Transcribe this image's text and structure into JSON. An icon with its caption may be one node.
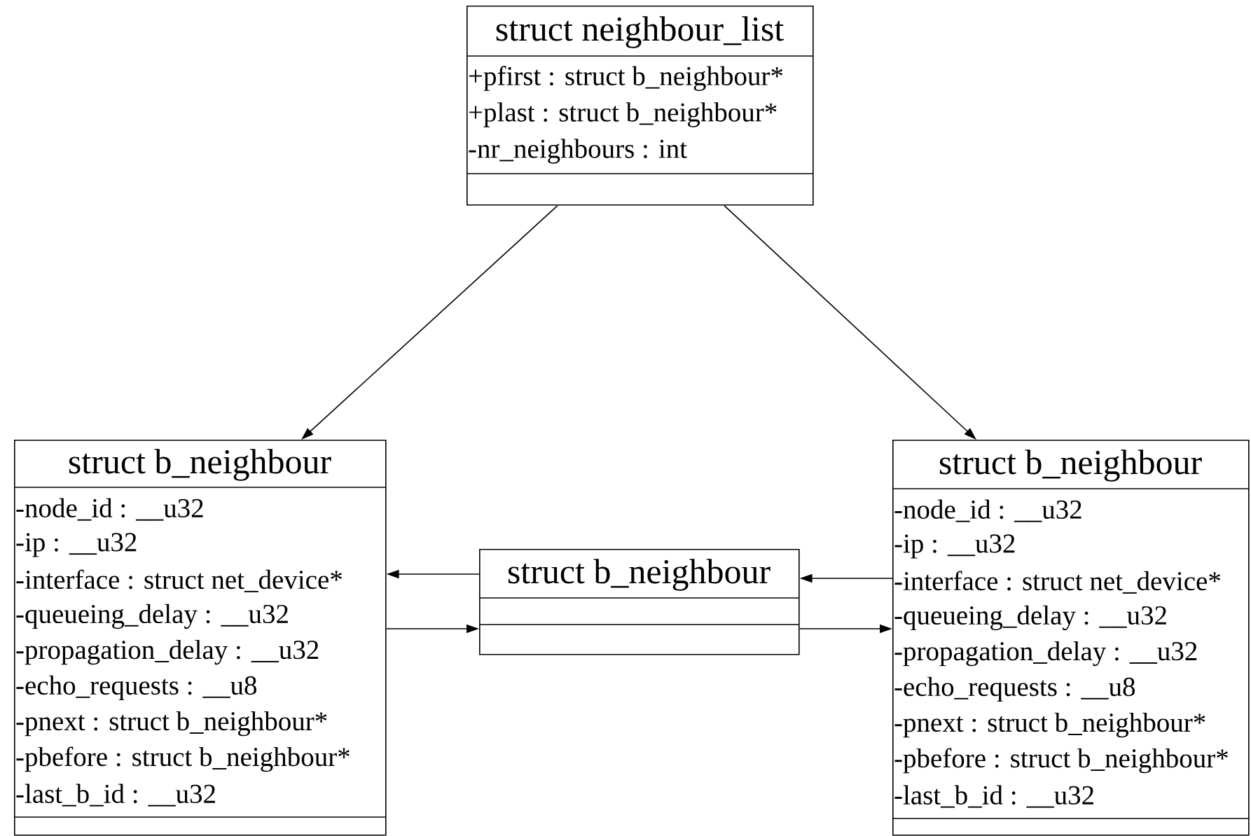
{
  "diagram": {
    "nodes": [
      {
        "text": [
          "struct neighbour_list",
          "+pfirst : struct b_neighbour*",
          "+plast : struct b_neighbour*",
          "-nr_neighbours : int"
        ]
      },
      {
        "text": [
          "struct b_neighbour",
          "-node_id : __u32",
          "-ip : __u32",
          "-interface : struct net_device*",
          "-queueing_delay : __u32",
          "-propagation_delay : __u32",
          "-echo_requests : __u8",
          "-pnext : struct b_neighbour*",
          "-pbefore : struct b_neighbour*",
          "-last_b_id : __u32"
        ]
      },
      {
        "text": [
          "struct b_neighbour"
        ]
      },
      {
        "text": [
          "struct b_neighbour",
          "-node_id : __u32",
          "-ip : __u32",
          "-interface : struct net_device*",
          "-queueing_delay : __u32",
          "-propagation_delay : __u32",
          "-echo_requests : __u8",
          "-pnext : struct b_neighbour*",
          "-pbefore : struct b_neighbour*",
          "-last_b_id : __u32"
        ]
      }
    ],
    "edges": [
      {
        "from": 0,
        "to": 1,
        "arrow": "to"
      },
      {
        "from": 0,
        "to": 3,
        "arrow": "to"
      },
      {
        "from": 2,
        "to": 1,
        "arrow": "to"
      },
      {
        "from": 1,
        "to": 2,
        "arrow": "to"
      },
      {
        "from": 3,
        "to": 2,
        "arrow": "to"
      },
      {
        "from": 2,
        "to": 3,
        "arrow": "to"
      }
    ]
  }
}
